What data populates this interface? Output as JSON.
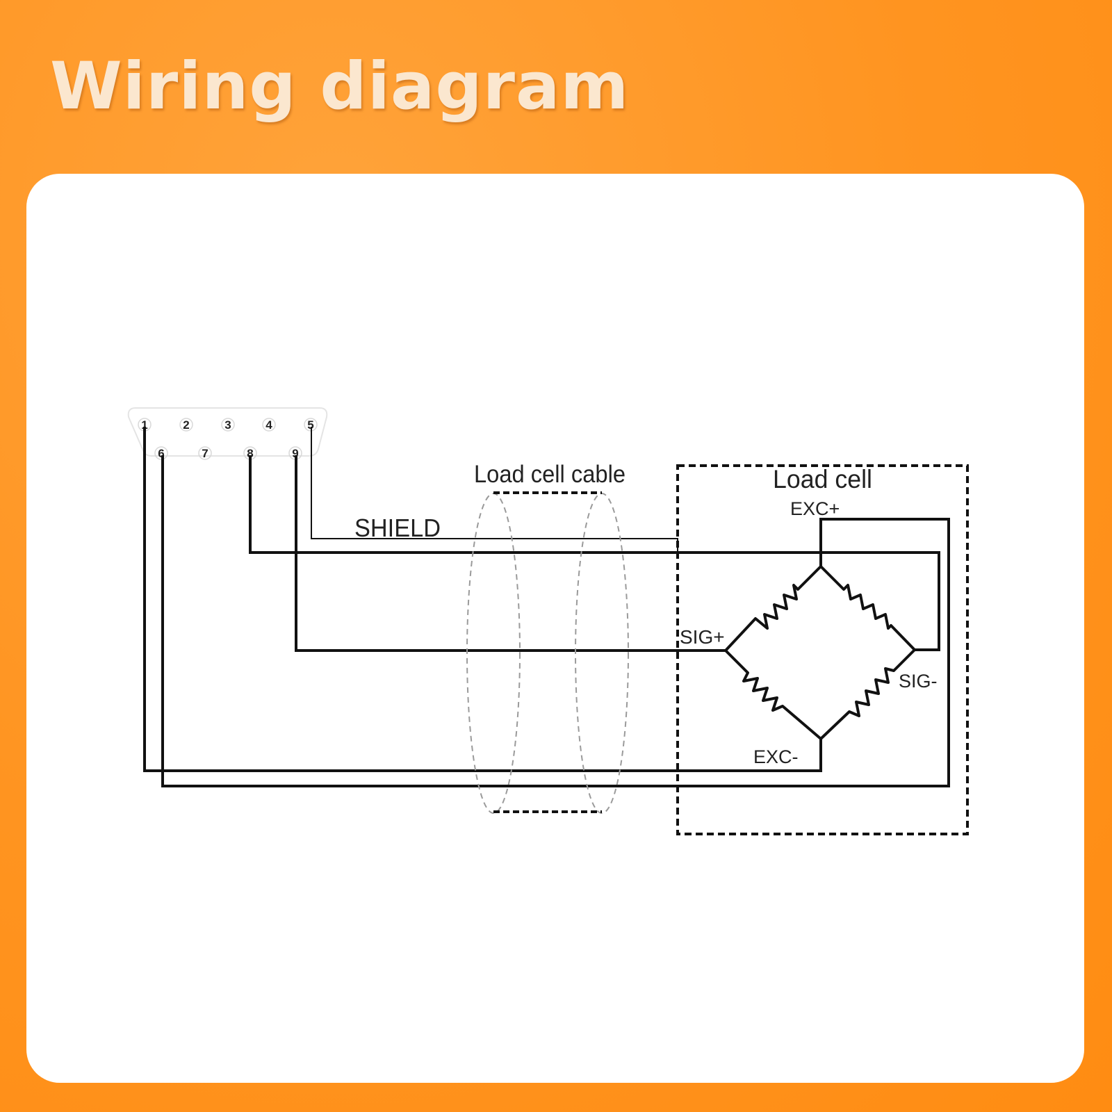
{
  "header": {
    "title": "Wiring diagram"
  },
  "connector": {
    "top_pins": [
      "1",
      "2",
      "3",
      "4",
      "5"
    ],
    "bottom_pins": [
      "6",
      "7",
      "8",
      "9"
    ]
  },
  "labels": {
    "shield": "SHIELD",
    "cable": "Load cell cable",
    "load_cell": "Load cell",
    "exc_plus": "EXC+",
    "exc_minus": "EXC-",
    "sig_plus": "SIG+",
    "sig_minus": "SIG-"
  },
  "colors": {
    "background": "#ff9420",
    "card": "#ffffff",
    "wire": "#111111"
  }
}
